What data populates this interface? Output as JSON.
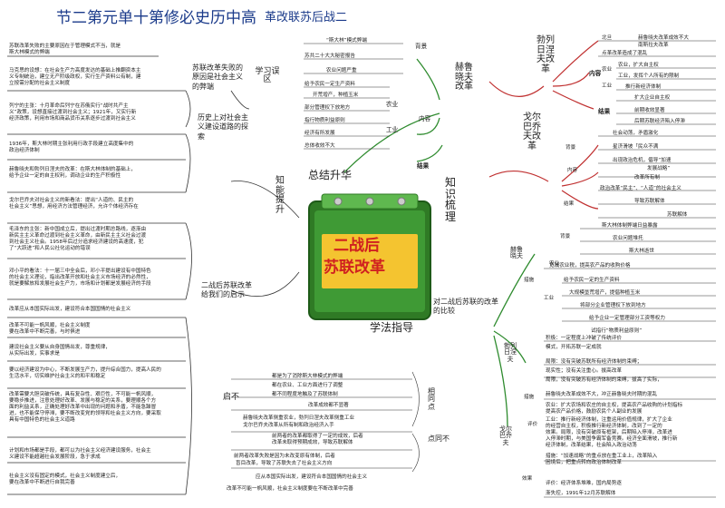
{
  "header": {
    "title": "节二第元单十第修必史历中高",
    "subtitle": "革改联苏后战二"
  },
  "center": {
    "badge_line1": "二战后",
    "badge_line2": "苏联改革",
    "summary": "总结升华",
    "knowledge_sorting": "知识梳理",
    "study_guide": "学法指导",
    "ability_improve": "知能提升"
  },
  "left_branches": {
    "reason": "苏联改革失败的原因是社会主义的弊端",
    "learn_lesson": "学习误区",
    "history": "历史上对社会主义建设道路的探索",
    "ability": "知能提升",
    "evaluation": "二战后苏联改革给我们的启示",
    "enlighten": "启不"
  },
  "left_notes": [
    "苏联改革失败的主要原因在于管理模式不当，就是",
    "斯大林模式的弊端",
    "马克思的设想：在社会生产力高度发达的基础上推翻资本主",
    "义专制统治，建立无产阶级政权，实行生产资料公有制，建",
    "立按需分配的社会主义制度",
    "列宁的主张：十月革命后列宁在苏俄实行“战时共产主",
    "义”政策，设想直接过渡到社会主义；1921年，又实行新",
    "经济政策，利用市场和商品货币关系逐步过渡到社会主义",
    "1936年，斯大林时期主张利用行政手段建立高度集中的",
    "政治经济体制",
    "赫鲁晓夫和勃列日涅夫的改革：在斯大林体制的基础上，",
    "给予企业一定的自主权利，调动企业的生产积极性",
    "戈尔巴乔夫对社会主义的新看法：提出“人道的、民主的",
    "社会主义”思想，用经济方法管理经济，允许个体经济存在",
    "毛泽东的主张：新中国成立后，提出过渡时期总路线，逐渐由",
    "新民主主义革命过渡到社会主义革命，由新民主主义社会过渡",
    "到社会主义社会。1958年后过分追求经济建设的高速度，犯",
    "了“大跃进”和人民公社化运动的错误",
    "邓小平的看法：十一届三中全会后，邓小平提出建设有中国特色",
    "的社会主义理论，指出改革开放和社会主义市场经济的必然性，",
    "就是要解放和发展社会生产力，市场和计划都是发展经济的手段",
    "改革应从本国实际出发，建设符合本国国情的社会主义",
    "改革不可能一帆风顺，社会主义制度",
    "要在改革中不断完善，与时俱进",
    "建设社会主义要从自身国情出发，尊重规律，",
    "从实际出发，实事求是",
    "要以经济建设为中心，不断发展生产力，提升综合国力，提高人民的",
    "生活水平，切实维护社会主义的和平和稳定",
    "改革需要大胆突破传统，具有复杂性、艰巨性，不可能一帆风顺，",
    "要稳步推进，注意处理好改革、发展与稳定的关系，要理顺各个方",
    "面的利益关系，正确处理好改革中出现的问题和矛盾，不能急躁冒",
    "进，也不能保守停滞，要不断改变党的领导和社会主义方向，要采取",
    "具有中国特色的社会主义道路",
    "计划和市场都是手段，都可以为社会主义经济建设服务，社会主",
    "义建设不能超越社会发展阶段，急于求成",
    "社会主义没有固定的模式，社会主义制度建立后，",
    "要在改革中不断进行自我完善"
  ],
  "middle_top": {
    "background_items": [
      "“斯大林”模式弊端",
      "苏共二十大大秘密报告",
      "农业问题严重"
    ],
    "agriculture_items": [
      "给予农民一定生产资料",
      "开荒增产，种植玉米",
      "部分管理权下放地方",
      "指行物质利益原则",
      "经济有所发展",
      "总体收效不大"
    ],
    "labels": {
      "background": "背景",
      "agriculture": "农业",
      "industry": "工业",
      "content": "内容",
      "result": "结果",
      "khrushchev": "赫鲁晓夫改革"
    }
  },
  "right_top": {
    "brezhnev": "勃列日涅夫改革",
    "items": [
      "北旦",
      "赫鲁晓夫改革成效不大",
      "南斯拉夫改革",
      "点革改革造成了混乱",
      "农业，扩大自主权",
      "工业，发挥个人所有的限制",
      "推行新经济体制",
      "扩大企业自主权",
      "前期收效显著",
      "后期苏联经济陷入停滞"
    ],
    "labels": {
      "content": "内容",
      "result": "结果",
      "agriculture": "农业",
      "industry": "工业"
    }
  },
  "right_mid": {
    "gorbachev": "戈尔巴乔夫改革",
    "items": [
      "社会动荡，矛盾激化",
      "星济滑坡「民众不满",
      "出现政治危机，倡导“加速",
      "发展战略”",
      "改革所有制",
      "政治改革“民主”、“人道”的社会主义",
      "导致苏联解体",
      "苏联解体"
    ],
    "labels": {
      "background": "背景",
      "content": "内容",
      "result": "结果"
    }
  },
  "right_lower": {
    "khrushchev2": "赫鲁晓夫",
    "items": [
      "斯大林体制弊端日益暴露",
      "农业问题堆托",
      "斯大林逝世",
      "宽减农业税，提高农产品的收购价格",
      "给予农民一定的生产资料",
      "大规模垦荒增产，提倡种植玉米",
      "将部分企业管理权下放到地方",
      "给予企业一定管理部分工资等权力",
      "试指行“物质利益原则”"
    ],
    "labels": {
      "background": "背景",
      "measures": "措施",
      "agriculture": "农业",
      "industry": "工业",
      "compare": "对二战后苏联的改革的比较"
    }
  },
  "right_bottom": {
    "brezhnev2": "勃列日涅夫",
    "gorbachev2": "戈尔巴乔夫",
    "items": [
      "积极：一定程度上冲破了传统评价",
      "模式，开拓苏联一定成就",
      "局限：没有突破苏联所有经济体制的束缚；",
      "现实性；没有关注重心。拔高改革",
      "局限，没有突破苏有经济体制的束缚，拔高了实际，",
      "赫鲁晓夫改革成效不大，冲正赫鲁晓夫时期的混乱",
      "农业：扩大农场和农庄的自主权，提高农产品收购的计划指标",
      "提高农产品价格，鼓励农民个人副业的发展",
      "工业：推行新经济体制，注重运用价值规律，扩大了企业",
      "的经营自主权，积极推行新经济体制，改到了一定的",
      "效果。局限，没有突破原有框架，后期陷入停滞，改革进",
      "入停滞时期，与美国争霸军备竞赛。经济全面滑坡，推行新",
      "经济体制，改革结果，社会陷入政治动荡",
      "措施：“加速战略”的重点放在重工业上，改革陷入",
      "困境后，把重点转向政治体制改革",
      "评价：经济体系堆难，国内局势逐",
      "渐失控，1991年12月苏联解体"
    ],
    "labels": {
      "measures": "措施",
      "evaluation": "评价",
      "effect": "效果"
    }
  },
  "study_guide": {
    "items": [
      "都是为了消除斯大林模式的弊端",
      "都在农业、工业方面进行了调整",
      "都不同程度地触及了苏联体制",
      "改革成效都不显著",
      "赫鲁晓夫改革侧重农业，勃列日涅夫改革侧重工业",
      "戈尔巴乔夫改革从所有制和政治经济入手",
      "前两者的改革都取得了一定的成效，后者",
      "改革未取得预期成效，导致苏联解体",
      "前两者改革失败是因为未改变原有体制，后者",
      "盲目改革，导致了苏联失去了社会主义方向"
    ],
    "labels": {
      "same": "相同点",
      "different": "点同不"
    },
    "conclusion_1": "应从本国实际出发，建设符合本国国情的社会主义",
    "conclusion_2": "改革不可能一帆风顺，社会主义制度要在不断改革中完善"
  },
  "colors": {
    "title_blue": "#1a3a8a",
    "branch_green": "#2e8b2e",
    "branch_red": "#c03030",
    "branch_blue": "#2b4fb0",
    "badge_green": "#3a8a30",
    "badge_red": "#d02020",
    "badge_yellow": "#f4c430"
  }
}
